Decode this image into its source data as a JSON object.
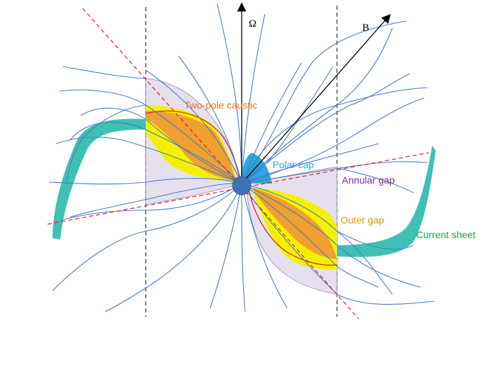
{
  "labels": {
    "omega": "Ω",
    "b": "B",
    "two_pole_caustic": "Two-pole caustic",
    "polar_cap": "Polar cap",
    "annular_gap": "Annular gap",
    "outer_gap": "Outer gap",
    "current_sheet": "Current sheet"
  },
  "colors": {
    "two_pole_caustic": "#e8731c",
    "polar_cap": "#2aa7e0",
    "annular_gap": "#7b2f9e",
    "outer_gap": "#c9a000",
    "current_sheet": "#17a34a",
    "field_lines": "#4a7ec2",
    "current_sheet_fill": "#3ec1b4",
    "gap_fill": "#ddd6e8",
    "outer_gap_fill": "#f5f000",
    "neutral_star": "#3f72b5",
    "dashed_red": "#e02020"
  }
}
